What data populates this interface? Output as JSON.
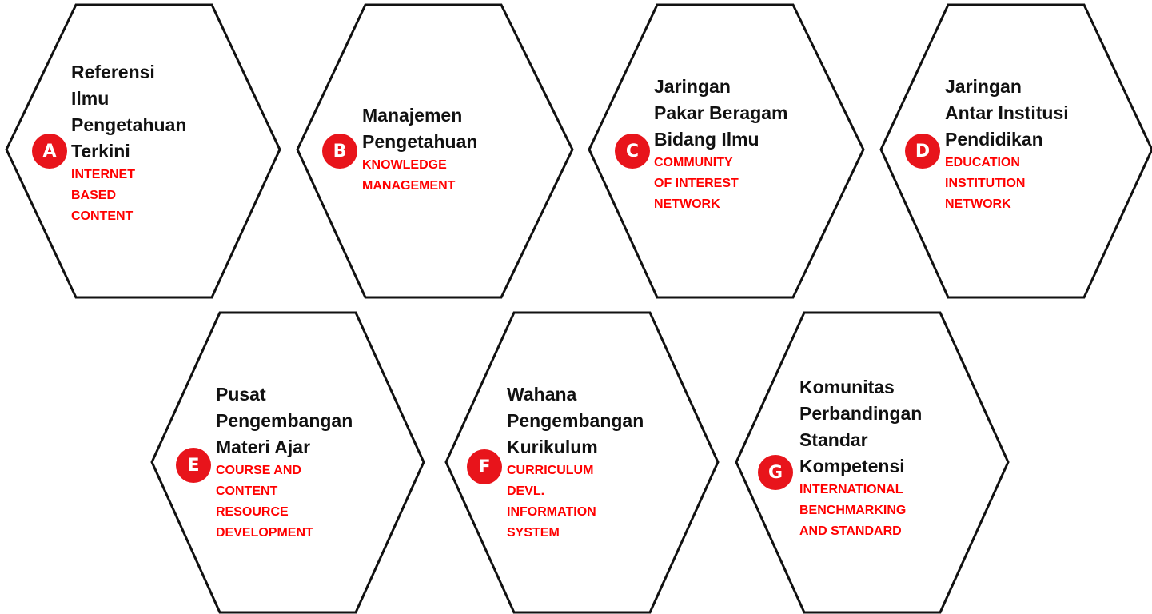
{
  "colors": {
    "outline": "#111111",
    "fill": "#ffffff",
    "badge": "#e8141b",
    "subtitle": "#ff0000",
    "title": "#111111"
  },
  "hexagons": [
    {
      "letter": "A",
      "title": [
        "Referensi",
        "Ilmu",
        "Pengetahuan",
        "Terkini"
      ],
      "subtitle": [
        "INTERNET",
        "BASED",
        "CONTENT"
      ]
    },
    {
      "letter": "B",
      "title": [
        "Manajemen",
        "Pengetahuan"
      ],
      "subtitle": [
        "KNOWLEDGE",
        "MANAGEMENT"
      ]
    },
    {
      "letter": "C",
      "title": [
        "Jaringan",
        "Pakar Beragam",
        "Bidang Ilmu"
      ],
      "subtitle": [
        "COMMUNITY",
        "OF INTEREST",
        "NETWORK"
      ]
    },
    {
      "letter": "D",
      "title": [
        "Jaringan",
        "Antar Institusi",
        "Pendidikan"
      ],
      "subtitle": [
        "EDUCATION",
        "INSTITUTION",
        "NETWORK"
      ]
    },
    {
      "letter": "E",
      "title": [
        "Pusat",
        "Pengembangan",
        "Materi Ajar"
      ],
      "subtitle": [
        "COURSE AND",
        "CONTENT",
        "RESOURCE",
        "DEVELOPMENT"
      ]
    },
    {
      "letter": "F",
      "title": [
        "Wahana",
        "Pengembangan",
        "Kurikulum"
      ],
      "subtitle": [
        "CURRICULUM",
        "DEVL.",
        "INFORMATION",
        "SYSTEM"
      ]
    },
    {
      "letter": "G",
      "title": [
        "Komunitas",
        "Perbandingan",
        "Standar",
        "Kompetensi"
      ],
      "subtitle": [
        "INTERNATIONAL",
        "BENCHMARKING",
        "AND STANDARD"
      ]
    }
  ]
}
